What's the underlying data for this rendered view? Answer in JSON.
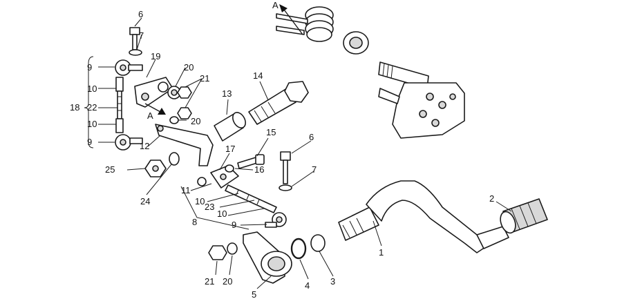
{
  "callouts": {
    "c1": "1",
    "c2": "2",
    "c3": "3",
    "c4": "4",
    "c5": "5",
    "c6a": "6",
    "c6b": "6",
    "c7a": "7",
    "c7b": "7",
    "c8": "8",
    "c9a": "9",
    "c9b": "9",
    "c9c": "9",
    "c10a": "10",
    "c10b": "10",
    "c10c": "10",
    "c10d": "10",
    "c11": "11",
    "c12": "12",
    "c13": "13",
    "c14": "14",
    "c15": "15",
    "c16": "16",
    "c17": "17",
    "c18": "18",
    "c19": "19",
    "c20a": "20",
    "c20b": "20",
    "c20c": "20",
    "c21a": "21",
    "c21b": "21",
    "c22": "22",
    "c23": "23",
    "c24": "24",
    "c25": "25",
    "arrowA1": "A",
    "arrowA2": "A"
  }
}
